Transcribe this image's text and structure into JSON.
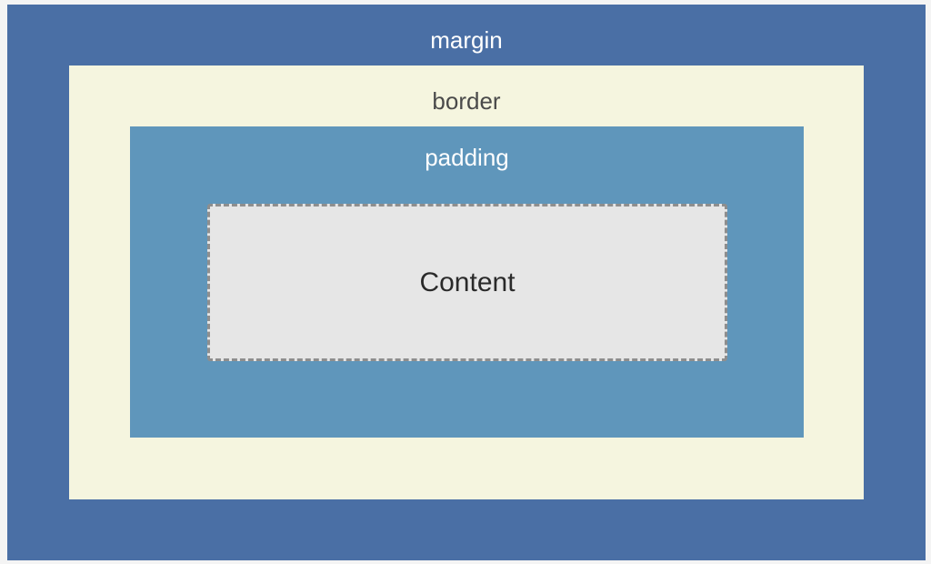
{
  "layers": {
    "margin": {
      "label": "margin",
      "fill": "#4a6fa5",
      "text_color": "#ffffff"
    },
    "border": {
      "label": "border",
      "fill": "#f5f5df",
      "text_color": "#4a4a4a"
    },
    "padding": {
      "label": "padding",
      "fill": "#5f96bb",
      "text_color": "#ffffff"
    },
    "content": {
      "label": "Content",
      "fill": "#e6e6e6",
      "text_color": "#2a2a2a",
      "outline_color": "#8e8e8e"
    }
  }
}
